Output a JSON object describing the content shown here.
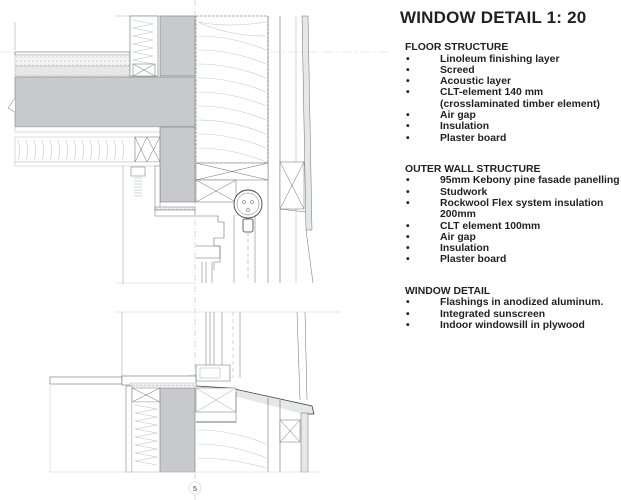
{
  "title": "WINDOW DETAIL 1: 20",
  "sections": [
    {
      "heading": "FLOOR STRUCTURE",
      "items": [
        "Linoleum finishing layer",
        "Screed",
        "Acoustic layer",
        "CLT-element 140 mm (crosslaminated timber element)",
        "Air gap",
        "Insulation",
        "Plaster board"
      ]
    },
    {
      "heading": "OUTER WALL STRUCTURE",
      "items": [
        "95mm Kebony pine fasade panelling",
        "Studwork",
        "Rockwool Flex system insulation 200mm",
        "CLT element 100mm",
        "Air gap",
        "Insulation",
        "Plaster board"
      ]
    },
    {
      "heading": "WINDOW DETAIL",
      "items": [
        "Flashings in anodized aluminum.",
        "Integrated sunscreen",
        "Indoor windowsill in plywood"
      ]
    }
  ],
  "bullet": "•",
  "drawing": {
    "section_marker": "5",
    "colors": {
      "clt": "#c8c9cc",
      "line": "#6d6e71",
      "thin_line": "#a7a9ac",
      "fill_light": "#e6e7e8"
    }
  }
}
